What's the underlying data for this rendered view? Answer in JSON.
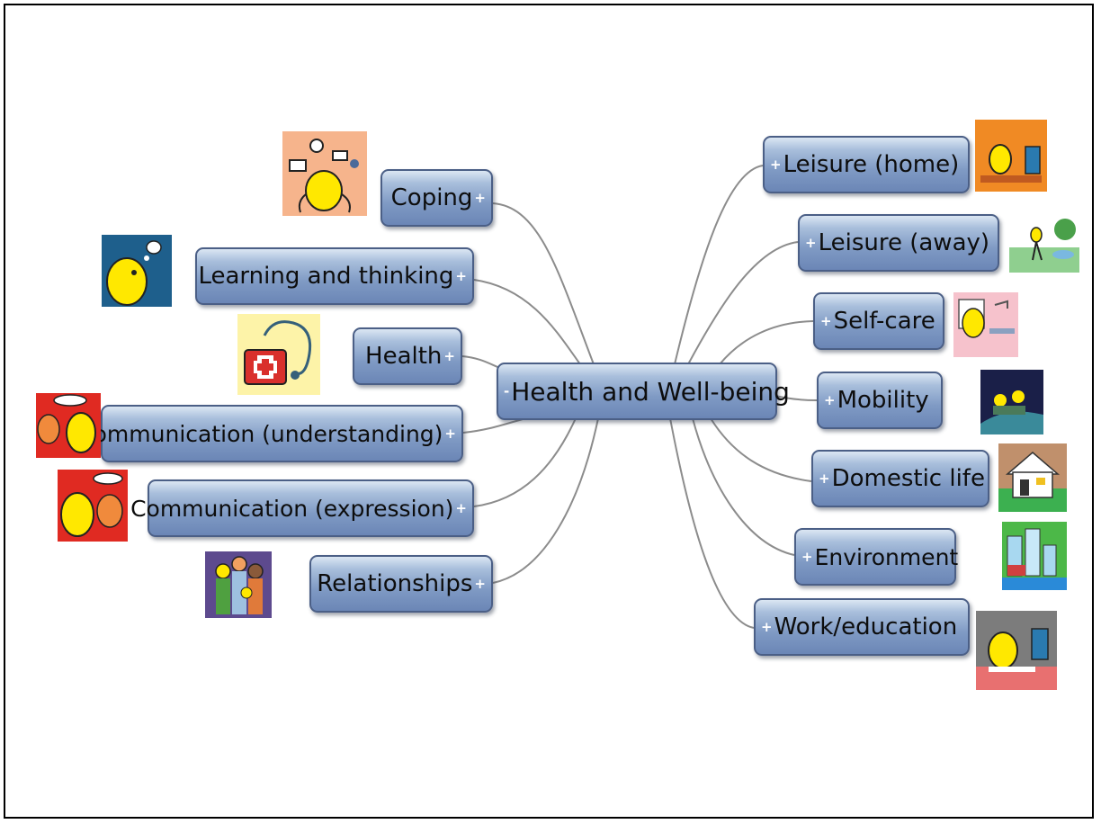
{
  "center": {
    "label": "Health and Well-being",
    "toggle": "-"
  },
  "left_topics": [
    {
      "label": "Coping",
      "toggle": "+",
      "icon": "coping-icon"
    },
    {
      "label": "Learning and thinking",
      "toggle": "+",
      "icon": "learning-icon"
    },
    {
      "label": "Health",
      "toggle": "+",
      "icon": "medical-kit-icon"
    },
    {
      "label": "Communication (understanding)",
      "toggle": "+",
      "icon": "listening-icon"
    },
    {
      "label": "Communication (expression)",
      "toggle": "+",
      "icon": "speaking-icon"
    },
    {
      "label": "Relationships",
      "toggle": "+",
      "icon": "family-icon"
    }
  ],
  "right_topics": [
    {
      "label": "Leisure (home)",
      "toggle": "+",
      "icon": "computer-at-home-icon"
    },
    {
      "label": "Leisure (away)",
      "toggle": "+",
      "icon": "walk-in-park-icon"
    },
    {
      "label": "Self-care",
      "toggle": "+",
      "icon": "washing-icon"
    },
    {
      "label": "Mobility",
      "toggle": "+",
      "icon": "travel-icon"
    },
    {
      "label": "Domestic life",
      "toggle": "+",
      "icon": "house-icon"
    },
    {
      "label": "Environment",
      "toggle": "+",
      "icon": "city-icon"
    },
    {
      "label": "Work/education",
      "toggle": "+",
      "icon": "desk-work-icon"
    }
  ],
  "colors": {
    "node_fill_top": "#dbe6f3",
    "node_fill_bottom": "#6b86b6",
    "node_border": "#4b5f86",
    "connector": "#8c8c8c"
  }
}
